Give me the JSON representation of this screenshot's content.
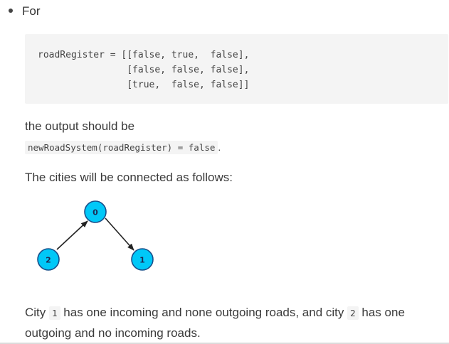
{
  "bullet": {
    "label": "For"
  },
  "code_block": {
    "lines": [
      "roadRegister = [[false, true,  false],",
      "                [false, false, false],",
      "                [true,  false, false]]"
    ]
  },
  "output_text": "the output should be",
  "output_expression": {
    "code": "newRoadSystem(roadRegister) = false",
    "suffix": "."
  },
  "connected_text": "The cities will be connected as follows:",
  "graph": {
    "nodes": [
      {
        "id": "0",
        "label": "0"
      },
      {
        "id": "1",
        "label": "1"
      },
      {
        "id": "2",
        "label": "2"
      }
    ],
    "edges": [
      {
        "from": "2",
        "to": "0"
      },
      {
        "from": "0",
        "to": "1"
      }
    ],
    "node_color": "#00c8f8",
    "node_border": "#1a4f8a"
  },
  "city_sentence": {
    "part1": "City",
    "code1": "1",
    "part2": "has one incoming and none outgoing roads, and city",
    "code2": "2",
    "part3": "has one outgoing and no incoming roads."
  }
}
